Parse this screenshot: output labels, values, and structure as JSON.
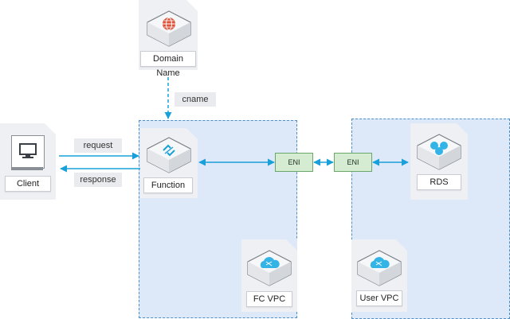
{
  "nodes": {
    "domain": {
      "label": "Domain Name",
      "icon": "globe-icon"
    },
    "client": {
      "label": "Client",
      "icon": "monitor-icon"
    },
    "function": {
      "label": "Function",
      "icon": "function-icon"
    },
    "rds": {
      "label": "RDS",
      "icon": "database-icon"
    },
    "fc_vpc": {
      "label": "FC VPC",
      "icon": "cloud-icon"
    },
    "user_vpc": {
      "label": "User VPC",
      "icon": "cloud-icon"
    }
  },
  "edges": {
    "cname": "cname",
    "request": "request",
    "response": "response",
    "eni_left": "ENI",
    "eni_right": "ENI"
  },
  "colors": {
    "vpc_fill": "#dde8f8",
    "vpc_border": "#4f8fc9",
    "connector": "#1aa0d8",
    "eni_fill": "#d6ecd2",
    "globe": "#e0533a",
    "cloud": "#33b3e6"
  }
}
